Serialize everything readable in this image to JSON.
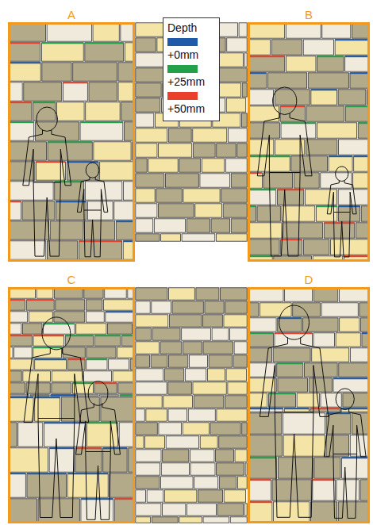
{
  "diagram": {
    "nodes": [
      {
        "text": [
          "A"
        ]
      },
      {
        "text": [
          "B"
        ]
      },
      {
        "text": [
          "C"
        ]
      },
      {
        "text": [
          "D"
        ]
      }
    ],
    "labels": [
      "Depth"
    ],
    "legend": [
      {
        "text": "+0mm",
        "color": "#1e5aa8"
      },
      {
        "text": "+25mm",
        "color": "#22a04a"
      },
      {
        "text": "+50mm",
        "color": "#e8402a"
      }
    ]
  }
}
